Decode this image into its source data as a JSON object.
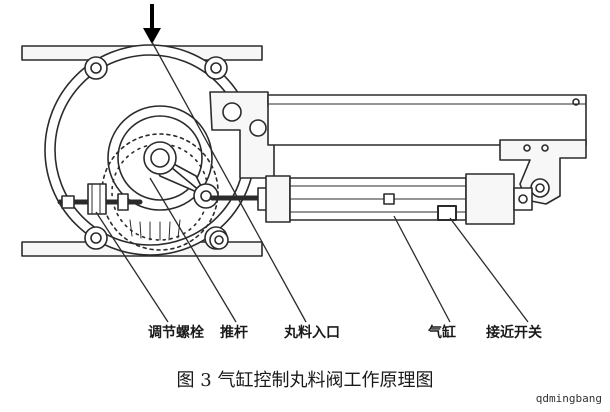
{
  "labels": {
    "adjust_bolt": "调节螺栓",
    "push_rod": "推杆",
    "pill_inlet": "丸料入口",
    "cylinder": "气缸",
    "proximity_switch": "接近开关"
  },
  "caption": "图 3    气缸控制丸料阀工作原理图",
  "watermark": "qdmingbang",
  "colors": {
    "line": "#2b2b2b",
    "fill": "#f7f7f7",
    "shade": "#d9d9d9"
  }
}
